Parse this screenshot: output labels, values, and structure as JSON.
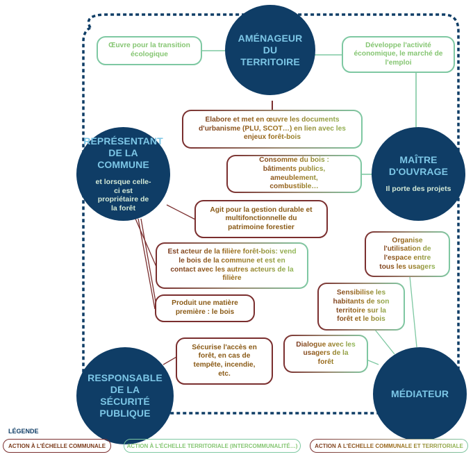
{
  "colors": {
    "circle_fill": "#0f3d66",
    "circle_title": "#7cc6e6",
    "circle_subtitle": "#d3e9d6",
    "communal": "#7a2e2e",
    "territorial": "#7ec8a2",
    "frame_dashed": "#0f3d66"
  },
  "roles": {
    "amenageur": {
      "title": "AMÉNAGEUR DU TERRITOIRE"
    },
    "representant": {
      "title": "REPRÉSENTANT DE LA COMMUNE",
      "subtitle": "et lorsque celle-ci est propriétaire de la forêt"
    },
    "maitre": {
      "title": "MAÎTRE D'OUVRAGE",
      "subtitle": "Il porte des projets"
    },
    "responsable": {
      "title": "RESPONSABLE DE LA SÉCURITÉ PUBLIQUE"
    },
    "mediateur": {
      "title": "MÉDIATEUR"
    }
  },
  "actions": {
    "transition": {
      "text": "Œuvre pour la transition écologique",
      "scale": "territorial"
    },
    "activite": {
      "text": "Développe l'activité économique, le marché de l'emploi",
      "scale": "territorial"
    },
    "urbanisme": {
      "text": "Élabore et met en œuvre les documents d'urbanisme (PLU, SCOT…) en lien avec les enjeux forêt-bois",
      "scale": "communal-territorial"
    },
    "consomme": {
      "text": "Consomme du bois : bâtiments publics, ameublement, combustible…",
      "scale": "communal-territorial"
    },
    "gestion": {
      "text": "Agit pour la gestion durable et multifonctionnelle du patrimoine forestier",
      "scale": "communal"
    },
    "filiere": {
      "text": "Est acteur de la filière forêt-bois: vend le bois de la commune et est en contact avec les autres acteurs de la filière",
      "scale": "communal-territorial"
    },
    "matiere": {
      "text": "Produit une matière première : le bois",
      "scale": "communal"
    },
    "securise": {
      "text": "Sécurise l'accès en forêt, en cas de tempête, incendie, etc.",
      "scale": "communal"
    },
    "organise": {
      "text": "Organise l'utilisation de l'espace entre tous les usagers",
      "scale": "communal-territorial"
    },
    "sensibilise": {
      "text": "Sensibilise les habitants de son territoire sur la forêt et le bois",
      "scale": "communal-territorial"
    },
    "dialogue": {
      "text": "Dialogue avec les usagers de la forêt",
      "scale": "communal-territorial"
    }
  },
  "legend": {
    "title": "LÉGENDE",
    "items": [
      {
        "label": "ACTION À L'ÉCHELLE COMMUNALE",
        "scale": "communal"
      },
      {
        "label": "ACTION À L'ÉCHELLE TERRITORIALE (INTERCOMMUNALITÉ…)",
        "scale": "territorial"
      },
      {
        "label": "ACTION À L'ÉCHELLE COMMUNALE ET TERRITORIALE",
        "scale": "communal-territorial"
      }
    ]
  }
}
